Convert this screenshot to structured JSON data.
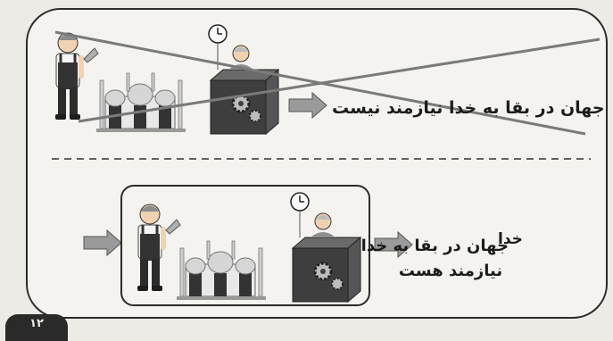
{
  "top_section": {
    "statement": "جهان در بقا به خدا نیازمند نیست",
    "crossed_out": true
  },
  "bottom_section": {
    "source_label": "خدا",
    "statement_line1": "جهان در بقا به خدا",
    "statement_line2": "نیازمند هست"
  },
  "page_number": "۱۲",
  "colors": {
    "arrow": "#9a9a9a",
    "cross_line": "#7a7a7a",
    "panel_border": "#2b2b2b",
    "box_fill": "#3e3e3e",
    "background": "#ecebe6"
  },
  "icons": [
    "builder-figure-icon",
    "building-icon",
    "machine-box-icon",
    "clock-icon",
    "operator-figure-icon",
    "gear-icon",
    "right-arrow-icon"
  ]
}
